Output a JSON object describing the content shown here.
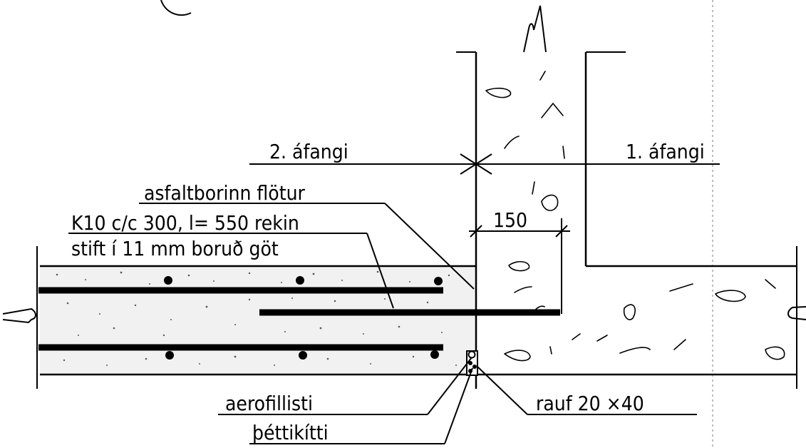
{
  "labels": {
    "stage2": "2. áfangi",
    "stage1": "1. áfangi",
    "surface": "asfaltborinn flötur",
    "dowel_line1": "K10 c/c 300, l= 550 rekin",
    "dowel_line2": "stift í 11 mm boruð göt",
    "dimension": "150",
    "filler": "aerofillisti",
    "sealant": "þéttikítti",
    "groove": "rauf  20 ×40"
  }
}
